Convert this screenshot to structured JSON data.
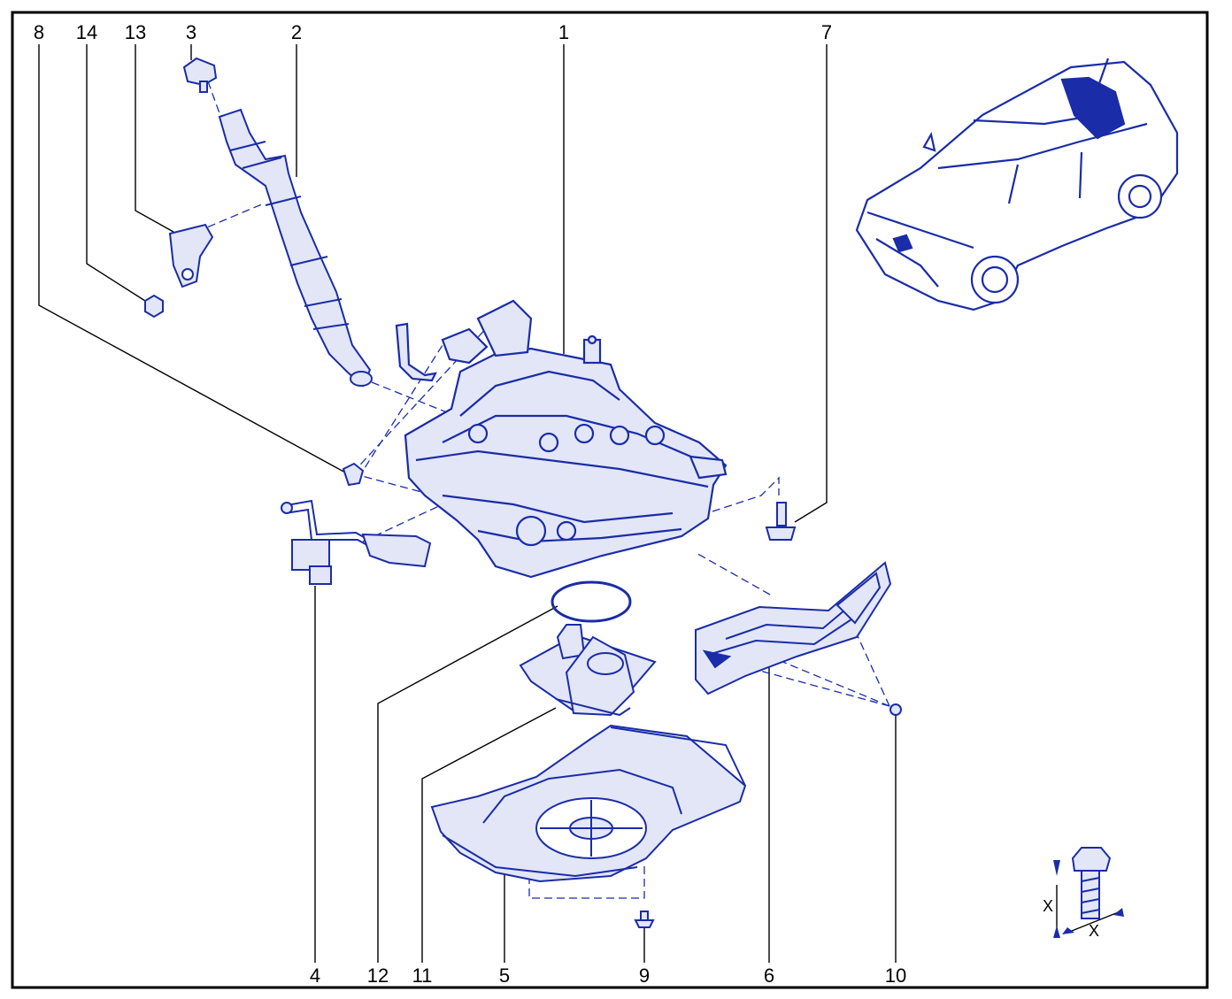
{
  "diagram": {
    "line_color": "#1a2ca8",
    "fill_color": "#e2e6f6",
    "callouts": [
      {
        "id": "c8",
        "label": "8"
      },
      {
        "id": "c14",
        "label": "14"
      },
      {
        "id": "c13",
        "label": "13"
      },
      {
        "id": "c3",
        "label": "3"
      },
      {
        "id": "c2",
        "label": "2"
      },
      {
        "id": "c1",
        "label": "1"
      },
      {
        "id": "c7",
        "label": "7"
      },
      {
        "id": "c4",
        "label": "4"
      },
      {
        "id": "c12",
        "label": "12"
      },
      {
        "id": "c11",
        "label": "11"
      },
      {
        "id": "c5",
        "label": "5"
      },
      {
        "id": "c9",
        "label": "9"
      },
      {
        "id": "c6",
        "label": "6"
      },
      {
        "id": "c10",
        "label": "10"
      }
    ],
    "bolt_inset": {
      "dimension_label_vertical": "X",
      "dimension_label_horizontal": "X"
    }
  }
}
